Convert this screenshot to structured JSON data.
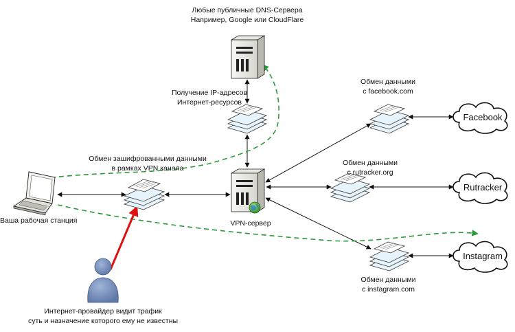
{
  "labels": {
    "dns_line1": "Любые публичные DNS-Сервера",
    "dns_line2": "Например, Google или CloudFlare",
    "ip_line1": "Получение IP-адресов",
    "ip_line2": "Интернет-ресурсов",
    "enc_line1": "Обмен зашифрованными данными",
    "enc_line2": "в рамках VPN канала",
    "workstation": "Ваша рабочая станция",
    "vpn_server": "VPN-сервер",
    "fb_line1": "Обмен данными",
    "fb_line2": "с facebook.com",
    "rt_line1": "Обмен данными",
    "rt_line2": "с rutracker.org",
    "ig_line1": "Обмен данными",
    "ig_line2": "с instagram.com",
    "isp_line1": "Интернет-провайдер видит трафик",
    "isp_line2": "суть и назначение которого ему не известны"
  },
  "clouds": {
    "facebook": "Facebook",
    "rutracker": "Rutracker",
    "instagram": "Instagram"
  },
  "colors": {
    "arrow": "#111111",
    "dashed_path": "#2a9a3a",
    "isp_arrow": "#e01010",
    "person": "#6f89b6"
  }
}
